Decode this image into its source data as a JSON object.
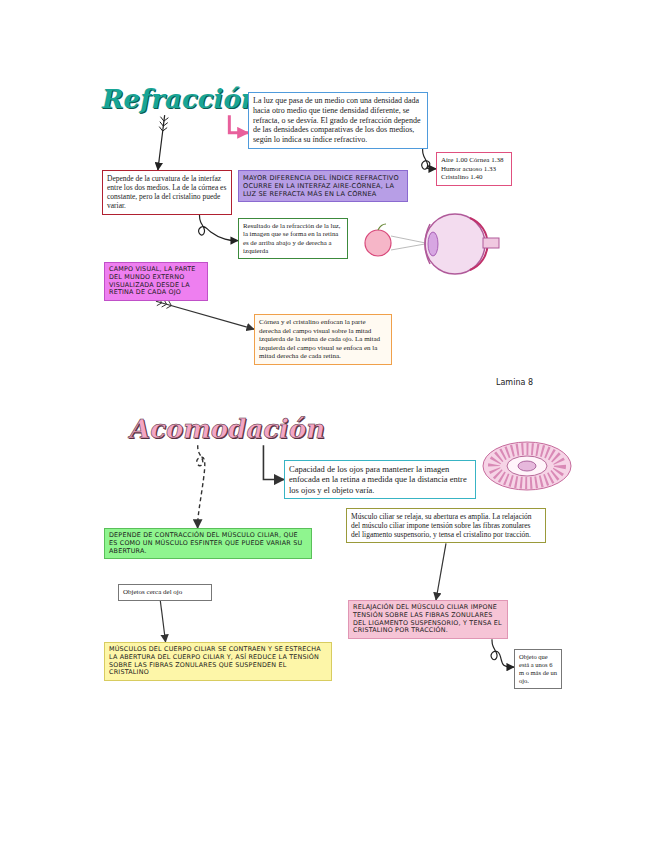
{
  "diagram": {
    "nodes": [
      {
        "text": [
          "Refracción"
        ]
      },
      {
        "text": [
          "La luz que pasa de un medio con una densidad dada hacia otro medio que tiene densidad diferente, se refracta, o se desvía. El grado de refracción depende de las densidades comparativas de los dos medios, según lo indica su índice refractivo."
        ]
      },
      {
        "text": [
          "Aire 1.00 Córnea 1.38 Humor acuoso 1.33 Cristalino 1.40"
        ]
      },
      {
        "text": [
          "Depende de la curvatura de la interfaz entre los dos medios. La de la córnea es constante, pero la del cristalino puede variar."
        ]
      },
      {
        "text": [
          "MAYOR DIFERENCIA DEL ÍNDICE REFRACTIVO OCURRE EN LA INTERFAZ AIRE-CÓRNEA, LA LUZ SE REFRACTA MÁS EN LA CÓRNEA"
        ]
      },
      {
        "text": [
          "Resultado de la refracción de la luz, la imagen que se forma en la retina es de arriba abajo y de derecha a izquierda"
        ]
      },
      {
        "text": [
          "CAMPO VISUAL, LA PARTE DEL MUNDO EXTERNO VISUALIZADA DESDE LA RETINA DE CADA OJO"
        ]
      },
      {
        "text": [
          "Córnea y el cristalino enfocan la parte derecha del campo visual sobre la mitad izquierda de la retina de cada ojo. La mitad izquierda del campo visual se enfoca en la mitad derecha de cada retina."
        ]
      },
      {
        "text": [
          "Acomodación"
        ]
      },
      {
        "text": [
          "Capacidad de los ojos para mantener la imagen enfocada en la retina a medida que la distancia entre los ojos y el objeto varía."
        ]
      },
      {
        "text": [
          "DEPENDE DE CONTRACCIÓN DEL MÚSCULO CILIAR, QUE ES COMO UN MÚSCULO ESFINTER QUE PUEDE VARIAR SU ABERTURA."
        ]
      },
      {
        "text": [
          "Músculo ciliar se relaja, su abertura es amplia. La relajación del músculo ciliar impone tensión sobre las fibras zonulares del ligamento suspensorio, y tensa el cristalino por tracción."
        ]
      },
      {
        "text": [
          "Objetos cerca del ojo"
        ]
      },
      {
        "text": [
          "RELAJACIÓN DEL MÚSCULO CILIAR IMPONE TENSIÓN SOBRE LAS FIBRAS ZONULARES DEL LIGAMENTO SUSPENSORIO, Y TENSA EL CRISTALINO POR TRACCIÓN."
        ]
      },
      {
        "text": [
          "Objeto que está a unos 6 m o más de un ojo."
        ]
      },
      {
        "text": [
          "MÚSCULOS DEL CUERPO CILIAR SE CONTRAEN Y SE ESTRECHA LA ABERTURA DEL CUERPO CILIAR Y, ASÍ REDUCE LA TENSIÓN SOBRE LAS FIBRAS ZONULARES QUE SUSPENDEN EL CRISTALINO"
        ]
      }
    ],
    "edges": [
      {
        "from": 0,
        "to": 1,
        "arrow": "to"
      },
      {
        "from": 0,
        "to": 3,
        "arrow": "to"
      },
      {
        "from": 1,
        "to": 2,
        "arrow": "to"
      },
      {
        "from": 3,
        "to": 5,
        "arrow": "to"
      },
      {
        "from": 6,
        "to": 7,
        "arrow": "to"
      },
      {
        "from": 8,
        "to": 9,
        "arrow": "to"
      },
      {
        "from": 8,
        "to": 10,
        "arrow": "to"
      },
      {
        "from": 11,
        "to": 13,
        "arrow": "to"
      },
      {
        "from": 12,
        "to": 15,
        "arrow": "to"
      },
      {
        "from": 13,
        "to": 14,
        "arrow": "to"
      }
    ],
    "labels": [
      "Lamina 8"
    ]
  }
}
